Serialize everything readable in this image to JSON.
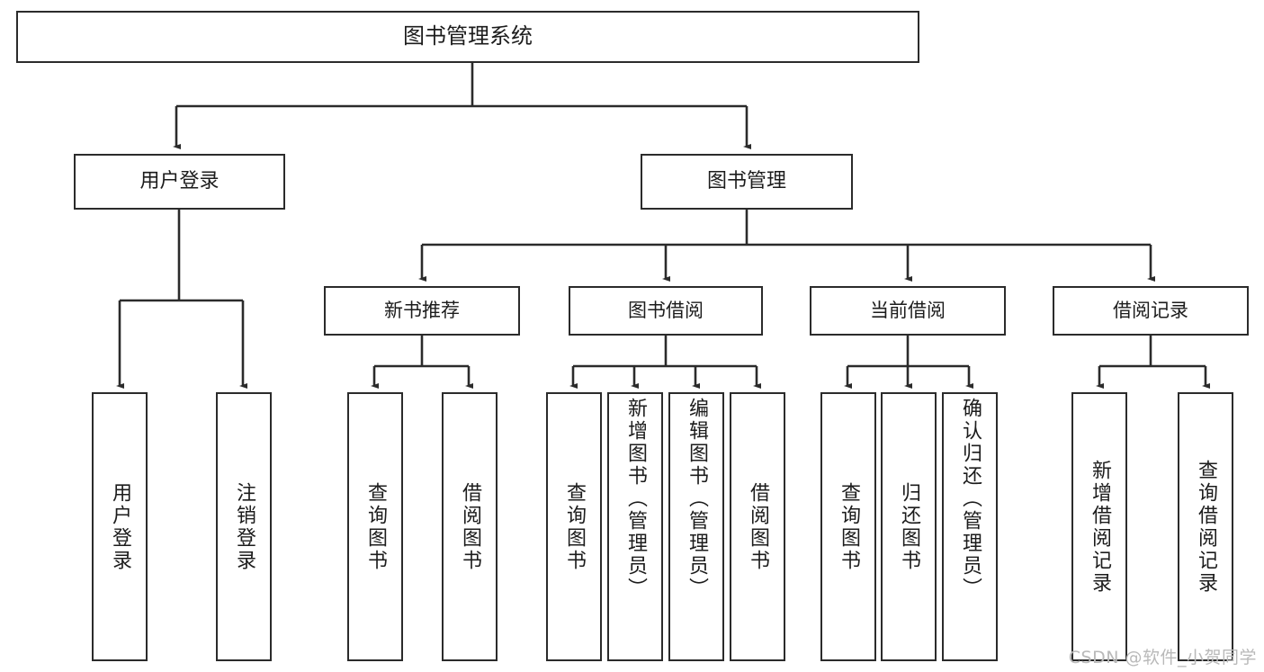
{
  "diagram": {
    "title": "图书管理系统",
    "type": "tree-hierarchy-diagram",
    "watermark": "CSDN @软件_小贺同学",
    "nodes": {
      "root": {
        "label": "图书管理系统"
      },
      "level1": [
        {
          "id": "user-login",
          "label": "用户登录"
        },
        {
          "id": "book-management",
          "label": "图书管理"
        }
      ],
      "level2": [
        {
          "id": "new-book-recommend",
          "label": "新书推荐"
        },
        {
          "id": "book-borrow",
          "label": "图书借阅"
        },
        {
          "id": "current-borrow",
          "label": "当前借阅"
        },
        {
          "id": "borrow-record",
          "label": "借阅记录"
        }
      ],
      "leaves": {
        "user_login": [
          {
            "id": "leaf-user-login",
            "label": "用户登录"
          },
          {
            "id": "leaf-logout-login",
            "label": "注销登录"
          }
        ],
        "new_book_recommend": [
          {
            "id": "leaf-query-book-1",
            "label": "查询图书"
          },
          {
            "id": "leaf-borrow-book-1",
            "label": "借阅图书"
          }
        ],
        "book_borrow": [
          {
            "id": "leaf-query-book-2",
            "label": "查询图书"
          },
          {
            "id": "leaf-add-book",
            "label": "新增图书（管理员）"
          },
          {
            "id": "leaf-edit-book",
            "label": "编辑图书（管理员）"
          },
          {
            "id": "leaf-borrow-book-2",
            "label": "借阅图书"
          }
        ],
        "current_borrow": [
          {
            "id": "leaf-query-book-3",
            "label": "查询图书"
          },
          {
            "id": "leaf-return-book",
            "label": "归还图书"
          },
          {
            "id": "leaf-confirm-return",
            "label": "确认归还（管理员）"
          }
        ],
        "borrow_record": [
          {
            "id": "leaf-add-record",
            "label": "新增借阅记录"
          },
          {
            "id": "leaf-query-record",
            "label": "查询借阅记录"
          }
        ]
      }
    },
    "colors": {
      "stroke": "#2b2b2b",
      "fill": "#ffffff",
      "text": "#1c1c1c",
      "watermark": "#b9b9b9"
    }
  }
}
